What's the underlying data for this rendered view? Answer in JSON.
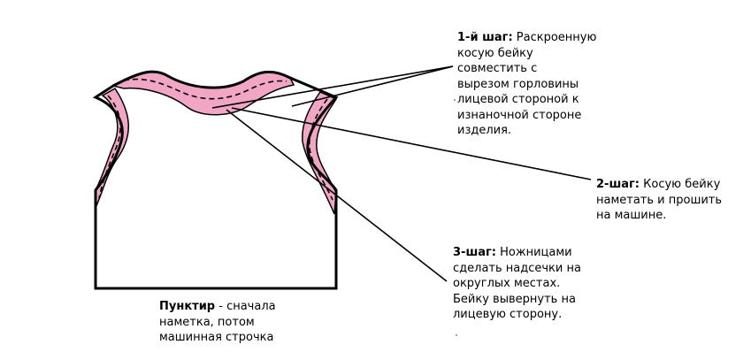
{
  "notes": {
    "step1": {
      "title": "1-й шаг:",
      "text": " Раскроенную\nкосую бейку\nсовместить с\nвырезом горловины\nлицевой стороной к\nизнаночной стороне\nизделия."
    },
    "step2": {
      "title": "2-шаг:",
      "text": " Косую бейку\nнаметать и прошить\nна машине."
    },
    "step3": {
      "title": "3-шаг:",
      "text": " Ножницами\nсделать надсечки на\nокруглых местах.\nБейку вывернуть на\nлицевую сторону."
    },
    "dashed": {
      "title": "Пунктир",
      "text": " - сначала\nнаметка, потом\nмашинная строчка"
    }
  },
  "colors": {
    "binding_fill": "#f2a6c6",
    "outline": "#000000",
    "stitch": "#000000"
  }
}
